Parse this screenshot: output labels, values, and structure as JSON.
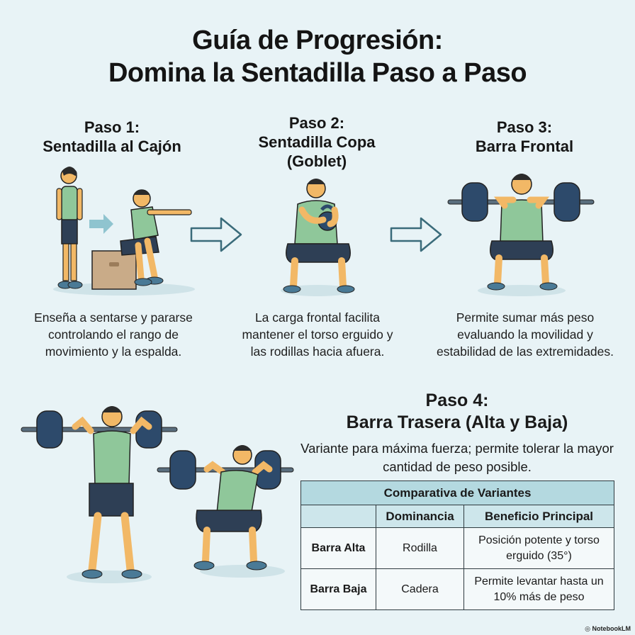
{
  "title": {
    "line1": "Guía de Progresión:",
    "line2": "Domina la Sentadilla Paso a Paso"
  },
  "steps": [
    {
      "label": "Paso 1:",
      "name": "Sentadilla al Cajón",
      "description": "Enseña a sentarse y pararse controlando el rango de movimiento y la espalda."
    },
    {
      "label": "Paso 2:",
      "name": "Sentadilla Copa (Goblet)",
      "description": "La carga frontal facilita mantener el torso erguido y las rodillas hacia afuera."
    },
    {
      "label": "Paso 3:",
      "name": "Barra Frontal",
      "description": "Permite sumar más peso evaluando la movilidad y estabilidad de las extremidades."
    }
  ],
  "step4": {
    "label": "Paso 4:",
    "name": "Barra Trasera (Alta y Baja)",
    "description": "Variante para máxima fuerza; permite tolerar la mayor cantidad de peso posible."
  },
  "comparison": {
    "caption": "Comparativa de Variantes",
    "headers": [
      "",
      "Dominancia",
      "Beneficio Principal"
    ],
    "rows": [
      {
        "variant": "Barra Alta",
        "dominance": "Rodilla",
        "benefit": "Posición potente y torso erguido (35°)"
      },
      {
        "variant": "Barra Baja",
        "dominance": "Cadera",
        "benefit": "Permite levantar hasta un 10% más de peso"
      }
    ]
  },
  "watermark": "NotebookLM",
  "colors": {
    "background": "#e8f3f6",
    "shirt": "#8fc79a",
    "shorts": "#2e3f55",
    "skin": "#f2b866",
    "plate": "#2d4a6b",
    "arrow": "#8fc4cf"
  }
}
